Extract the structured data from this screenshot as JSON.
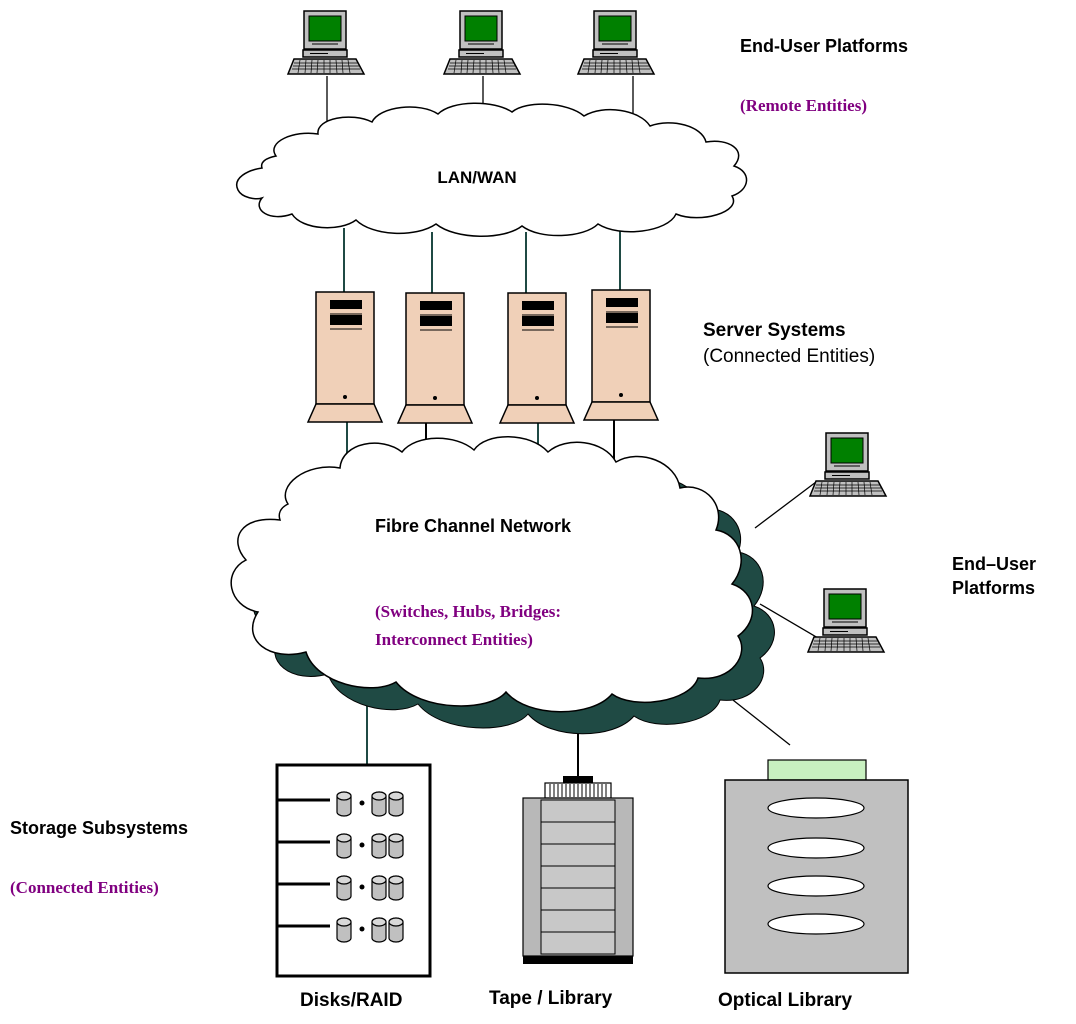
{
  "labels": {
    "end_user_top": "End-User Platforms",
    "remote_entities": "(Remote Entities)",
    "lan_wan": "LAN/WAN",
    "server_systems": "Server Systems",
    "connected_entities_servers": "(Connected Entities)",
    "fibre_channel": "Fibre Channel Network",
    "interconnect_line1": "(Switches, Hubs, Bridges:",
    "interconnect_line2": "Interconnect Entities)",
    "end_user_right_line1": "End–User",
    "end_user_right_line2": "Platforms",
    "storage_subsystems": "Storage Subsystems",
    "connected_entities_storage": "(Connected Entities)",
    "disks_raid": "Disks/RAID",
    "tape_library": "Tape / Library",
    "optical_library": "Optical Library"
  },
  "colors": {
    "screen_green": "#008000",
    "monitor_gray": "#c0c0c0",
    "server_beige": "#f0d0b8",
    "cloud_shadow": "#1f4a44",
    "link_line": "#1f4a44",
    "purple_text": "#800080",
    "tape_gray": "#b8b8b8",
    "optical_lid": "#c8f0c0"
  },
  "icons": {
    "workstation": "desktop-computer-icon",
    "server": "tower-server-icon",
    "cloud": "cloud-network-icon",
    "disk": "disk-cylinder-icon",
    "tape": "tape-library-icon",
    "optical": "optical-library-icon"
  }
}
